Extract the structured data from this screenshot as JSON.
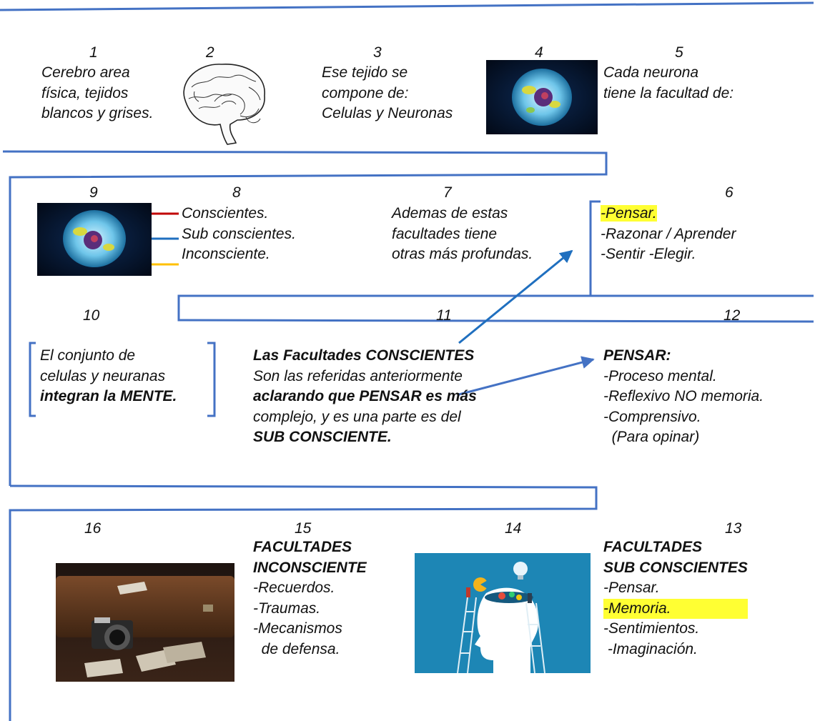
{
  "steps": {
    "s1": {
      "num": "1",
      "lines": [
        "Cerebro area",
        "física, tejidos",
        "blancos y grises."
      ]
    },
    "s2": {
      "num": "2"
    },
    "s3": {
      "num": "3",
      "lines": [
        "Ese tejido se",
        "compone de:",
        "Celulas y Neuronas"
      ]
    },
    "s4": {
      "num": "4"
    },
    "s5": {
      "num": "5",
      "lines": [
        "Cada neurona",
        "tiene la facultad de:"
      ]
    },
    "s6": {
      "num": "6",
      "lines": [
        "-Pensar.",
        "-Razonar / Aprender",
        "-Sentir   -Elegir."
      ]
    },
    "s7": {
      "num": "7",
      "lines": [
        "Ademas de estas",
        "facultades tiene",
        "otras más profundas."
      ]
    },
    "s8": {
      "num": "8",
      "lines": [
        "Conscientes.",
        "Sub conscientes.",
        "Inconsciente."
      ]
    },
    "s9": {
      "num": "9"
    },
    "s10": {
      "num": "10",
      "lines": [
        "El conjunto de",
        "celulas y neuranas",
        "integran la MENTE."
      ]
    },
    "s11": {
      "num": "11",
      "lines": [
        "Las Facultades CONSCIENTES",
        "Son las referidas anteriormente",
        "aclarando que PENSAR es más",
        "complejo, y es una parte es del",
        "SUB CONSCIENTE."
      ]
    },
    "s12": {
      "num": "12",
      "lines": [
        "PENSAR:",
        "-Proceso mental.",
        "-Reflexivo NO memoria.",
        "-Comprensivo.",
        "  (Para opinar)"
      ]
    },
    "s13": {
      "num": "13",
      "lines": [
        "FACULTADES",
        "SUB CONSCIENTES",
        "-Pensar.",
        "-Memoria.",
        "-Sentimientos.",
        " -Imaginación."
      ]
    },
    "s14": {
      "num": "14"
    },
    "s15": {
      "num": "15",
      "lines": [
        "FACULTADES",
        "INCONSCIENTE",
        "-Recuerdos.",
        "-Traumas.",
        "-Mecanismos",
        "  de defensa."
      ]
    },
    "s16": {
      "num": "16"
    }
  },
  "colors": {
    "frame": "#4472c4",
    "arrow_blue": "#1f6fbf",
    "arrow_red": "#c00000",
    "arrow_orange": "#ffc000",
    "highlight": "#ffff33"
  },
  "icons": [
    "brain-sketch-image",
    "neuron-cell-image",
    "camera-photos-image",
    "head-ideas-image"
  ]
}
